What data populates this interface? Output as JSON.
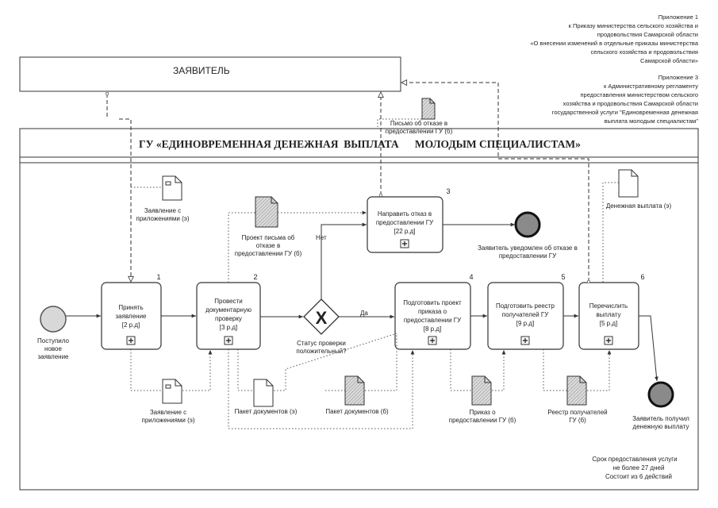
{
  "header_note_1": {
    "lines": [
      "Приложение 1",
      "к Приказу министерства сельского хозяйства и",
      "продовольствия Самарской области",
      "«О внесении изменений в отдельные приказы министерства",
      "сельского хозяйства и продовольствия",
      "Самарской области»"
    ]
  },
  "header_note_2": {
    "lines": [
      "Приложение 3",
      "к Административному регламенту",
      "предоставления министерством сельского",
      "хозяйства и продовольствия Самарской области",
      "государственной услуги \"Единовременная денежная",
      "выплата молодым специалистам\""
    ]
  },
  "applicant_lane": "ЗАЯВИТЕЛЬ",
  "pool_title": "ГУ «ЕДИНОВРЕМЕННАЯ ДЕНЕЖНАЯ  ВЫПЛАТА      МОЛОДЫМ СПЕЦИАЛИСТАМ»",
  "start_event": {
    "lines": [
      "Поступило",
      "новое",
      "заявление"
    ]
  },
  "tasks": [
    {
      "number": "1",
      "lines": [
        "Принять",
        "заявление",
        "[2 р.д]"
      ]
    },
    {
      "number": "2",
      "lines": [
        "Провести",
        "документарную",
        "проверку",
        "[3 р.д]"
      ]
    },
    {
      "number": "3",
      "lines": [
        "Направить отказ в",
        "предоставлении ГУ",
        "[22 р.д]"
      ]
    },
    {
      "number": "4",
      "lines": [
        "Подготовить проект",
        "приказа о",
        "предоставлении ГУ",
        "[8 р.д]"
      ]
    },
    {
      "number": "5",
      "lines": [
        "Подготовить реестр",
        "получателей ГУ",
        "[9 р.д]"
      ]
    },
    {
      "number": "6",
      "lines": [
        "Перечислить",
        "выплату",
        "[5 р.д]"
      ]
    }
  ],
  "gateway": {
    "symbol": "X",
    "lines": [
      "Статус проверки",
      "положительный?"
    ]
  },
  "flow_labels": {
    "no": "Нет",
    "yes": "Да"
  },
  "end_events": {
    "refusal": [
      "Заявитель уведомлен об отказе в",
      "предоставлении ГУ"
    ],
    "payment": [
      "Заявитель получил",
      "денежную выплату"
    ]
  },
  "documents": {
    "app_top": [
      "Заявление с",
      "приложениями (э)"
    ],
    "app_bottom": [
      "Заявление с",
      "приложениями (э)"
    ],
    "refusal_draft": [
      "Проект письма об",
      "отказе в",
      "предоставлении ГУ (б)"
    ],
    "refusal_letter": [
      "Письмо об отказе в",
      "предоставлении ГУ (б)"
    ],
    "package_e": [
      "Пакет документов (э)"
    ],
    "package_b": [
      "Пакет документов (б)"
    ],
    "order": [
      "Приказ о",
      "предоставлении ГУ (б)"
    ],
    "registry": [
      "Реестр получателей",
      "ГУ (б)"
    ],
    "payment_doc": [
      "Денежная выплата (э)"
    ]
  },
  "footer": {
    "lines": [
      "Срок предоставления услуги",
      "не более 27 дней",
      "Состоит из 6 действий"
    ]
  },
  "colors": {
    "line": "#333333",
    "start_fill": "#d8d8d8",
    "end_fill": "#8a8a8a",
    "doc_fill": "#c9c9c9"
  }
}
